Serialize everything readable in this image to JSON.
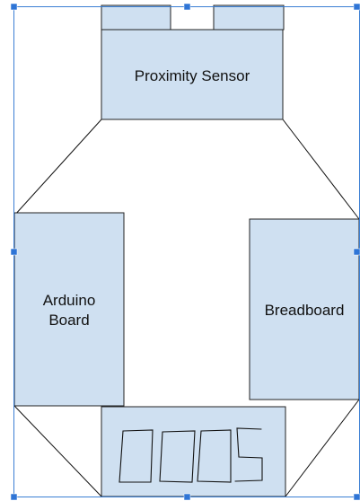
{
  "diagram": {
    "proximity_sensor_label": "Proximity Sensor",
    "arduino_label_line1": "Arduino",
    "arduino_label_line2": "Board",
    "breadboard_label": "Breadboard",
    "display_digits": "0005",
    "box_fill": "#cfe0f1",
    "selection_color": "#3b7fd4"
  }
}
